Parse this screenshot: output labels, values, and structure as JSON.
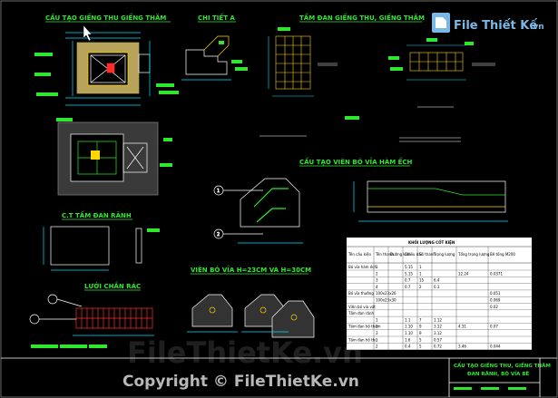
{
  "titles": {
    "t1": "CẤU TẠO GIẾNG THU GIẾNG THĂM",
    "t2": "CHI TIẾT A",
    "t3": "TẤM ĐAN GIẾNG THU, GIẾNG THĂM",
    "t4": "CẤU TẠO VIÊN BÓ VỈA HÀM ẾCH",
    "t5": "C.T TẤM ĐAN RÃNH",
    "t6": "VIÊN BÓ VỈA H=23CM VÀ H=30CM",
    "t7": "LƯỚI CHẮN RÁC"
  },
  "logo": {
    "text": "File Thiết Kế",
    "suffix": ".vn"
  },
  "watermark": "FileThietKe.vn",
  "copyright": "Copyright © FileThietKe.vn",
  "title_block": {
    "line1": "CẤU TẠO GIẾNG THU, GIẾNG THĂM",
    "line2": "ĐAN RÃNH, BÓ VỈA BÊ"
  },
  "table": {
    "title": "KHỐI LƯỢNG CỐT KIỆN",
    "headers": [
      "Tên cấu kiện",
      "Tên thanh",
      "Đường kính",
      "Chiều dài",
      "Số thanh",
      "Trọng lượng",
      "Tổng trọng lượng",
      "Bê tông M200"
    ],
    "rows": [
      [
        "Bó vỉa hàm ếch",
        "1",
        "",
        "5.15",
        "1",
        "",
        "",
        ""
      ],
      [
        "",
        "2",
        "",
        "5.15",
        "1",
        "",
        "12.24",
        "0.0371"
      ],
      [
        "",
        "3",
        "",
        "0.7",
        "15",
        "6.4",
        "",
        ""
      ],
      [
        "",
        "4",
        "",
        "0.7",
        "2",
        "0.3",
        "",
        ""
      ],
      [
        "Bó vỉa thường",
        "100x23x26",
        "",
        "",
        "",
        "",
        "",
        "0.051"
      ],
      [
        "",
        "100x23x30",
        "",
        "",
        "",
        "",
        "",
        "0.069"
      ],
      [
        "Viên bó via vát",
        "",
        "",
        "",
        "",
        "",
        "",
        "0.02"
      ],
      [
        "Tấm đan rãnh",
        "",
        "",
        "",
        "",
        "",
        "",
        ""
      ],
      [
        "",
        "1",
        "",
        "1.1",
        "7",
        "1.12",
        "",
        ""
      ],
      [
        "Tấm đan hố thăm",
        "2",
        "",
        "1.10",
        "9",
        "3.12",
        "4.31",
        "0.07"
      ],
      [
        "",
        "3",
        "",
        "1.10",
        "9",
        "3.12",
        "",
        ""
      ],
      [
        "Tấm đan hố thu",
        "1",
        "",
        "1.6",
        "5",
        "0.57",
        "",
        ""
      ],
      [
        "",
        "2",
        "",
        "0.4",
        "5",
        "0.72",
        "3.46",
        "0.044"
      ]
    ]
  }
}
